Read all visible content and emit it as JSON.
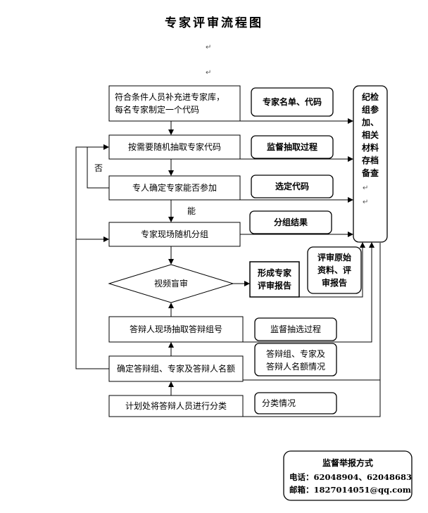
{
  "title": "专家评审流程图",
  "steps": {
    "supplement_line1": "符合条件人员补充进专家库，",
    "supplement_line2": "每名专家制定一个代码",
    "random_draw": "按需要随机抽取专家代码",
    "confirm": "专人确定专家能否参加",
    "grouping": "专家现场随机分组",
    "video_review": "视频盲审",
    "draw_group_no": "答辩人现场抽取答辩组号",
    "determine_quota": "确定答辩组、专家及答辩人名额",
    "classify": "计划处将答辩人员进行分类"
  },
  "labels": {
    "no": "否",
    "yes": "能"
  },
  "notes": {
    "expert_list": "专家名单、代码",
    "supervise_draw": "监督抽取过程",
    "selected_code": "选定代码",
    "group_result": "分组结果",
    "review_report_line1": "形成专家",
    "review_report_line2": "评审报告",
    "original_line1": "评审原始",
    "original_line2": "资料、评",
    "original_line3": "审报告",
    "supervise_select": "监督抽选过程",
    "quota_info_line1": "答辩组、专家及",
    "quota_info_line2": "答辩人名额情况",
    "classify_info": "分类情况"
  },
  "archive": {
    "line1": "纪检",
    "line2": "组参",
    "line3": "加、",
    "line4": "相关",
    "line5": "材料",
    "line6": "存档",
    "line7": "备查"
  },
  "contact": {
    "heading": "监督举报方式",
    "phone": "电话：62048904、62048683",
    "email": "邮箱：1827014051@qq.com"
  }
}
